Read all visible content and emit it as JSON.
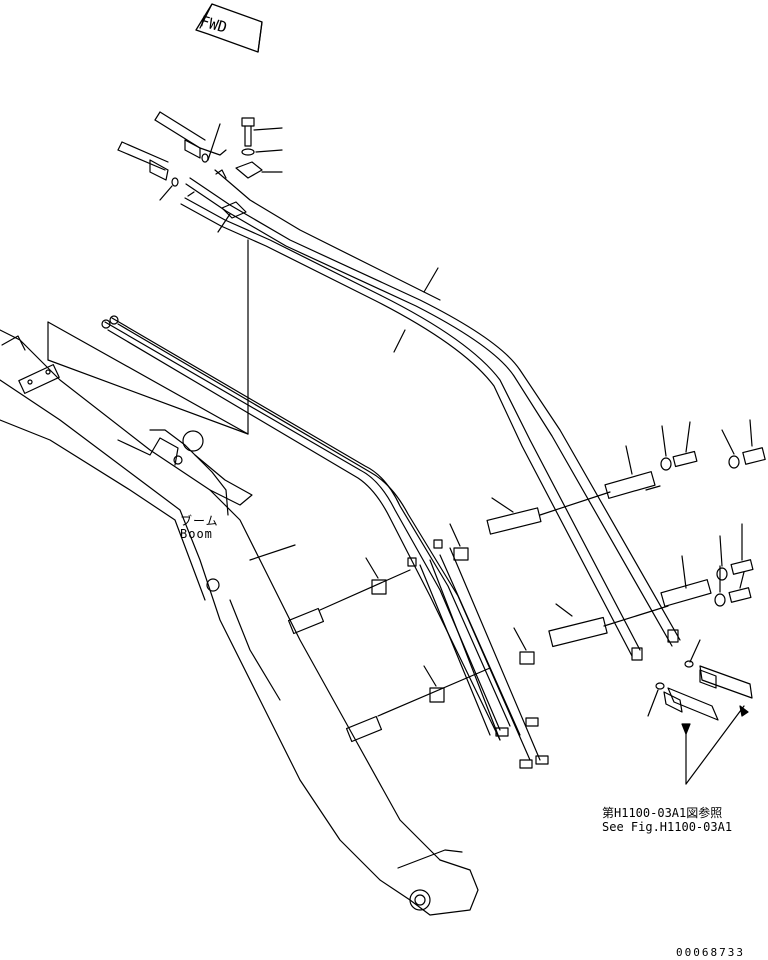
{
  "labels": {
    "fwd": "FWD",
    "boom_jp": "ブーム",
    "boom_en": "Boom",
    "reference_jp": "第H1100-03A1図参照",
    "reference_en": "See Fig.H1100-03A1",
    "drawing_number": "00068733"
  },
  "icons": [
    "fwd-arrow-icon",
    "bolt-icon",
    "washer-icon",
    "clamp-icon",
    "hose-icon",
    "o-ring-icon",
    "pipe-icon"
  ]
}
